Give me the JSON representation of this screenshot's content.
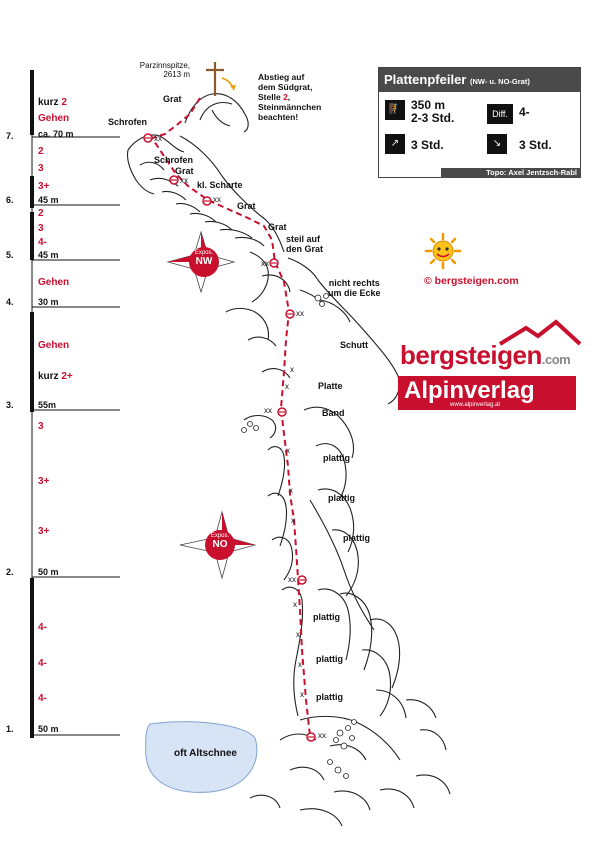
{
  "summit": {
    "name": "Parzinnspitze,",
    "height": "2613 m"
  },
  "descent_note": [
    "Abstieg auf",
    "dem Südgrat,",
    "Stelle",
    "Steinmännchen",
    "beachten!"
  ],
  "descent_num": "2",
  "info": {
    "title": "Plattenpfeiler",
    "title_sub": "(NW- u. NO-Grat)",
    "length": "350 m",
    "time_climb": "2-3 Std.",
    "diff_label": "Diff.",
    "diff_value": "4-",
    "approach": "3 Std.",
    "descent": "3 Std.",
    "credit": "Topo: Axel Jentzsch-Rabl"
  },
  "site": "©  bergsteigen.com",
  "brand": {
    "name": "bergsteigen",
    "tld": ".com"
  },
  "publisher": {
    "name": "Alpinverlag",
    "url": "www.alpinverlag.at"
  },
  "compass": [
    {
      "expo": "Expos.",
      "dir": "NW"
    },
    {
      "expo": "Expos.",
      "dir": "NO"
    }
  ],
  "pitches": [
    {
      "num": "7.",
      "len": "ca. 70 m"
    },
    {
      "num": "6.",
      "len": "45 m"
    },
    {
      "num": "5.",
      "len": "45 m"
    },
    {
      "num": "4.",
      "len": "30 m"
    },
    {
      "num": "3.",
      "len": "55m"
    },
    {
      "num": "2.",
      "len": "50 m"
    },
    {
      "num": "1.",
      "len": "50 m"
    }
  ],
  "grades": {
    "p7": [
      "kurz",
      "2",
      "Gehen"
    ],
    "p6": [
      "2",
      "3",
      "3+"
    ],
    "p5": [
      "2",
      "3",
      "4-"
    ],
    "p4": [
      "Gehen"
    ],
    "p3": [
      "Gehen",
      "kurz",
      "2+"
    ],
    "p2": [
      "3",
      "3+",
      "3+"
    ],
    "p1": [
      "4-",
      "4-",
      "4-"
    ]
  },
  "labels": {
    "grat1": "Grat",
    "schrofen1": "Schrofen",
    "schrofen2": "Schrofen",
    "grat2": "Grat",
    "kl_scharte": "kl. Scharte",
    "grat3": "Grat",
    "grat4": "Grat",
    "steil": [
      "steil auf",
      "den Grat"
    ],
    "nicht": [
      "nicht rechts",
      "um die Ecke"
    ],
    "schutt": "Schutt",
    "platte": "Platte",
    "band": "Band",
    "plattig": "plattig",
    "snow": "oft Altschnee",
    "xx": "xx",
    "x": "x"
  },
  "colors": {
    "red": "#c8102e",
    "route": "#c8102e",
    "snow": "#d6e4f5"
  }
}
